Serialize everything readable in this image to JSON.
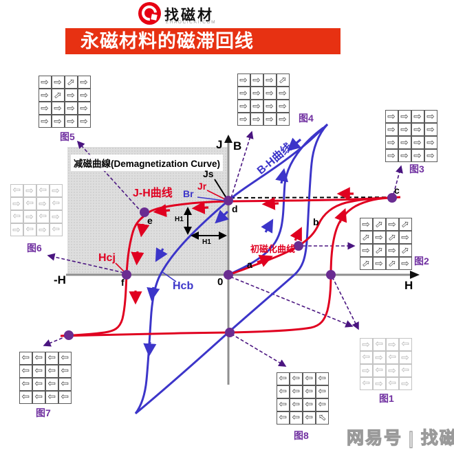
{
  "header": {
    "brand_name": "找磁材",
    "brand_domain": "ZHAOCICAI.COM",
    "title": "永磁材料的磁滞回线"
  },
  "colors": {
    "banner": "#e73112",
    "logo": "#e60012",
    "jh_curve_red": "#e00020",
    "bh_curve_blue": "#3c35c9",
    "marker_dot_purple": "#6a2c91",
    "connector_purple": "#4a1580",
    "axis_gray": "#8f8f8f",
    "figure_label_purple": "#7030a0",
    "region_fill": "#dedede"
  },
  "diagram": {
    "region_label": "减磁曲線(Demagnetization Curve)",
    "jh_label": "J-H曲线",
    "bh_label": "B-H曲线",
    "initial_label": "初磁化曲线",
    "axis": {
      "j": "J",
      "b": "B",
      "h": "H",
      "neg_h": "-H",
      "origin": "0"
    },
    "points": {
      "js": "Js",
      "jr": "Jr",
      "br": "Br",
      "a": "a",
      "b": "b",
      "c": "c",
      "d": "d",
      "e": "e",
      "f": "f"
    },
    "coercivity": {
      "hcj": "Hcj",
      "hcb": "Hcb"
    },
    "h1_vertical": "H1",
    "h1_horizontal": "H1",
    "arrow_glyph": "⇨",
    "figures": [
      {
        "label": "图1",
        "style": "faded",
        "arrows": [
          [
            "r",
            "l",
            "r",
            "l"
          ],
          [
            "l",
            "r",
            "l",
            "r"
          ],
          [
            "r",
            "l",
            "r",
            "l"
          ],
          [
            "l",
            "r",
            "l",
            "r"
          ]
        ]
      },
      {
        "label": "图2",
        "style": "bold",
        "arrows": [
          [
            "r",
            "ne",
            "r",
            "ne"
          ],
          [
            "ne",
            "r",
            "ne",
            "r"
          ],
          [
            "r",
            "ne",
            "r",
            "ne"
          ],
          [
            "ne",
            "r",
            "ne",
            "r"
          ]
        ]
      },
      {
        "label": "图3",
        "style": "bold",
        "arrows": [
          [
            "r",
            "r",
            "r",
            "r"
          ],
          [
            "r",
            "r",
            "r",
            "r"
          ],
          [
            "r",
            "r",
            "r",
            "r"
          ],
          [
            "r",
            "r",
            "r",
            "r"
          ]
        ]
      },
      {
        "label": "图4",
        "style": "bold",
        "arrows": [
          [
            "r",
            "r",
            "r",
            "ne"
          ],
          [
            "r",
            "r",
            "r",
            "r"
          ],
          [
            "r",
            "r",
            "r",
            "r"
          ],
          [
            "r",
            "r",
            "r",
            "r"
          ]
        ]
      },
      {
        "label": "图5",
        "style": "bold",
        "arrows": [
          [
            "r",
            "r",
            "ne",
            "r"
          ],
          [
            "r",
            "ne",
            "r",
            "r"
          ],
          [
            "r",
            "r",
            "r",
            "r"
          ],
          [
            "r",
            "r",
            "r",
            "r"
          ]
        ]
      },
      {
        "label": "图6",
        "style": "faded",
        "arrows": [
          [
            "l",
            "r",
            "l",
            "r"
          ],
          [
            "r",
            "l",
            "r",
            "l"
          ],
          [
            "l",
            "r",
            "l",
            "r"
          ],
          [
            "r",
            "l",
            "r",
            "l"
          ]
        ]
      },
      {
        "label": "图7",
        "style": "bold",
        "arrows": [
          [
            "l",
            "l",
            "l",
            "l"
          ],
          [
            "l",
            "l",
            "l",
            "l"
          ],
          [
            "l",
            "l",
            "l",
            "l"
          ],
          [
            "l",
            "l",
            "l",
            "l"
          ]
        ]
      },
      {
        "label": "图8",
        "style": "bold",
        "arrows": [
          [
            "l",
            "l",
            "l",
            "l"
          ],
          [
            "l",
            "l",
            "l",
            "l"
          ],
          [
            "l",
            "l",
            "l",
            "l"
          ],
          [
            "l",
            "l",
            "l",
            "nw"
          ]
        ]
      }
    ]
  },
  "watermark": "网易号 | 找磁材"
}
